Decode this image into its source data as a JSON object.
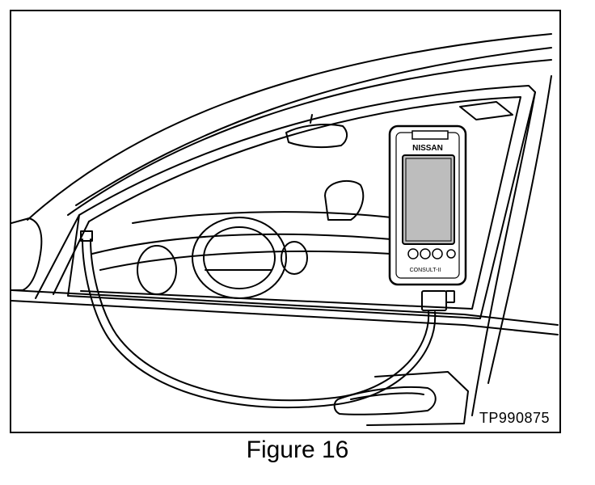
{
  "figure": {
    "reference_code": "TP990875",
    "caption": "Figure 16"
  },
  "device": {
    "brand": "NISSAN",
    "model": "CONSULT-II"
  },
  "colors": {
    "ink": "#000000",
    "paper": "#ffffff",
    "screen": "#bdbdbd"
  }
}
